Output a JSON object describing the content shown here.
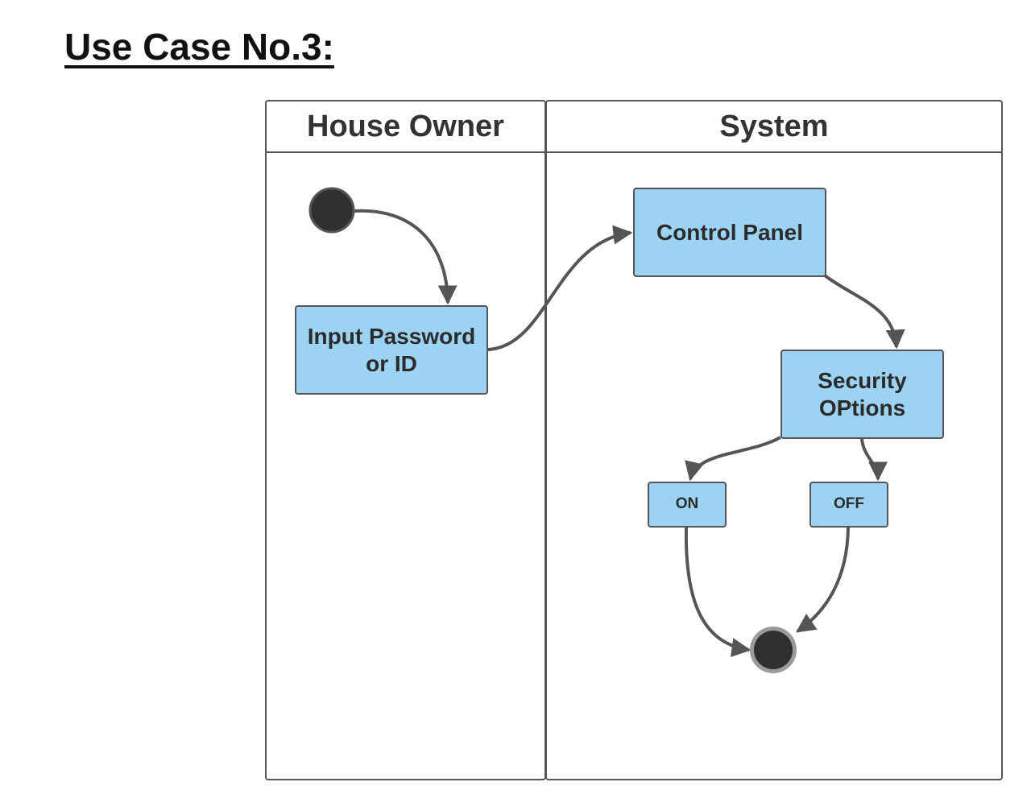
{
  "title": "Use Case No.3:",
  "lanes": {
    "owner": {
      "label": "House Owner"
    },
    "system": {
      "label": "System"
    }
  },
  "nodes": {
    "start": {
      "label": ""
    },
    "input_password": {
      "label": "Input Password\nor ID"
    },
    "control_panel": {
      "label": "Control Panel"
    },
    "security_options": {
      "label": "Security\nOPtions"
    },
    "on": {
      "label": "ON"
    },
    "off": {
      "label": "OFF"
    },
    "end": {
      "label": ""
    }
  },
  "colors": {
    "activity_fill": "#9dd3f2",
    "stroke": "#555555",
    "node_fill": "#2f2f2f",
    "end_ring": "#9a9a9a"
  }
}
